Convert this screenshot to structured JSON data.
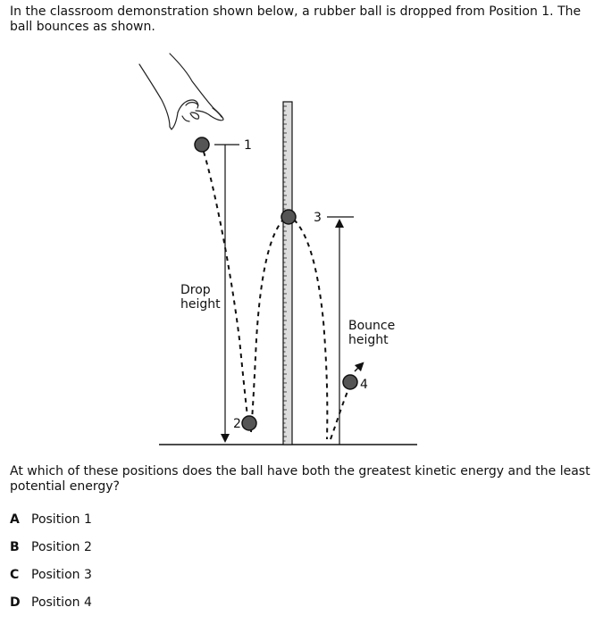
{
  "question": {
    "intro": "In the classroom demonstration shown below, a rubber ball is dropped from Position 1. The ball bounces as shown.",
    "prompt": "At which of these positions does the ball have both the greatest kinetic energy and the least potential energy?"
  },
  "diagram": {
    "labels": {
      "pos1": "1",
      "pos2": "2",
      "pos3": "3",
      "pos4": "4",
      "drop_line1": "Drop",
      "drop_line2": "height",
      "bounce_line1": "Bounce",
      "bounce_line2": "height"
    },
    "colors": {
      "ball": "#555555",
      "stroke": "#111111",
      "ruler": "#dddddd"
    }
  },
  "choices": [
    {
      "letter": "A",
      "text": "Position 1"
    },
    {
      "letter": "B",
      "text": "Position 2"
    },
    {
      "letter": "C",
      "text": "Position 3"
    },
    {
      "letter": "D",
      "text": "Position 4"
    }
  ]
}
